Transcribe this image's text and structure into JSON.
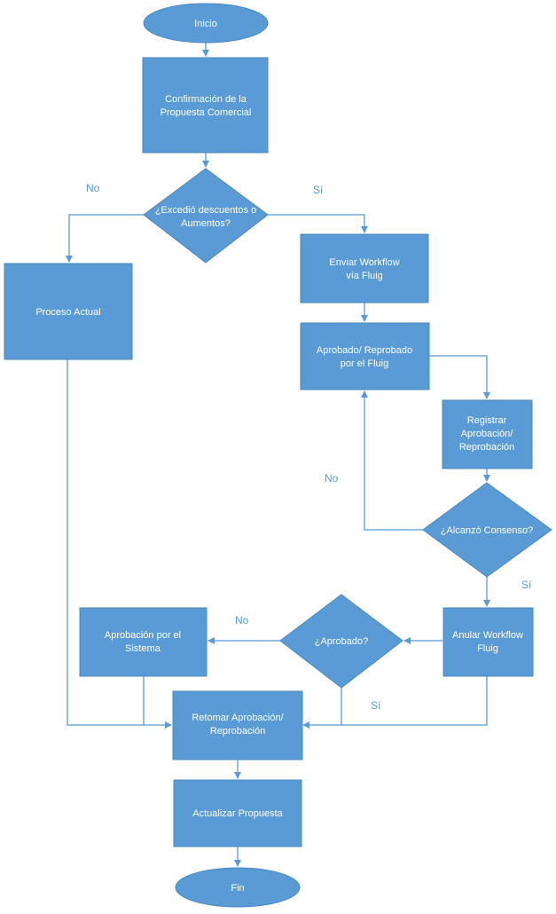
{
  "colors": {
    "node_fill": "#5B9BD5",
    "edge": "#5B9BD5",
    "text": "#FFFFFF"
  },
  "nodes": {
    "inicio": "Inicio",
    "confirmacion": [
      "Confirmación de la",
      "Propuesta Comercial"
    ],
    "excedio": [
      "¿Excedió descuentos o",
      "Aumentos?"
    ],
    "proceso_actual": "Proceso Actual",
    "enviar_workflow": [
      "Enviar Workflow",
      "vía Fluig"
    ],
    "aprobado_reprobado": [
      "Aprobado/ Reprobado",
      "por el Fluig"
    ],
    "registrar": [
      "Registrar",
      "Aprobación/",
      "Reprobación"
    ],
    "alcanzo_consenso": "¿Alcanzó Consenso?",
    "anular_workflow": [
      "Anular Workflow",
      "Fluig"
    ],
    "aprobado_q": "¿Aprobado?",
    "aprobacion_sistema": [
      "Aprobación por el",
      "Sistema"
    ],
    "retomar": [
      "Retomar Aprobación/",
      "Reprobación"
    ],
    "actualizar": "Actualizar Propuesta",
    "fin": "Fin"
  },
  "edge_labels": {
    "excedio_no": "No",
    "excedio_si": "Sí",
    "consenso_no": "No",
    "consenso_si": "Sí",
    "aprobado_no": "No",
    "aprobado_si": "Sí"
  }
}
